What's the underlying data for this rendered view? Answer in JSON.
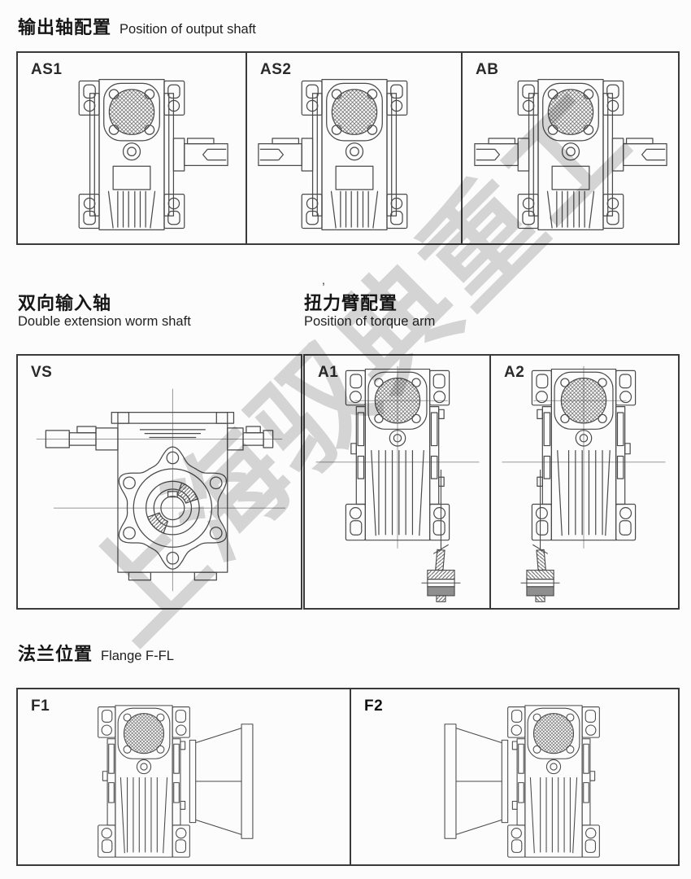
{
  "page": {
    "watermark": "上海驭典重工",
    "speckle": "’"
  },
  "colors": {
    "line": "#4a4a4a",
    "centerline": "#8a8a8a",
    "border": "#3a3a3a",
    "watermark": "#bfbfbf",
    "bushing_dark": "#8f8f8f"
  },
  "sections": {
    "output_shaft": {
      "title_zh": "输出轴配置",
      "title_en": "Position of output shaft",
      "cells": {
        "as1": "AS1",
        "as2": "AS2",
        "ab": "AB"
      }
    },
    "input_shaft": {
      "title_zh": "双向输入轴",
      "title_en": "Double extension worm shaft",
      "cells": {
        "vs": "VS"
      }
    },
    "torque_arm": {
      "title_zh": "扭力臂配置",
      "title_en": "Position of torque arm",
      "cells": {
        "a1": "A1",
        "a2": "A2"
      }
    },
    "flange": {
      "title_zh": "法兰位置",
      "title_en": "Flange F-FL",
      "cells": {
        "f1": "F1",
        "f2": "F2"
      }
    }
  }
}
